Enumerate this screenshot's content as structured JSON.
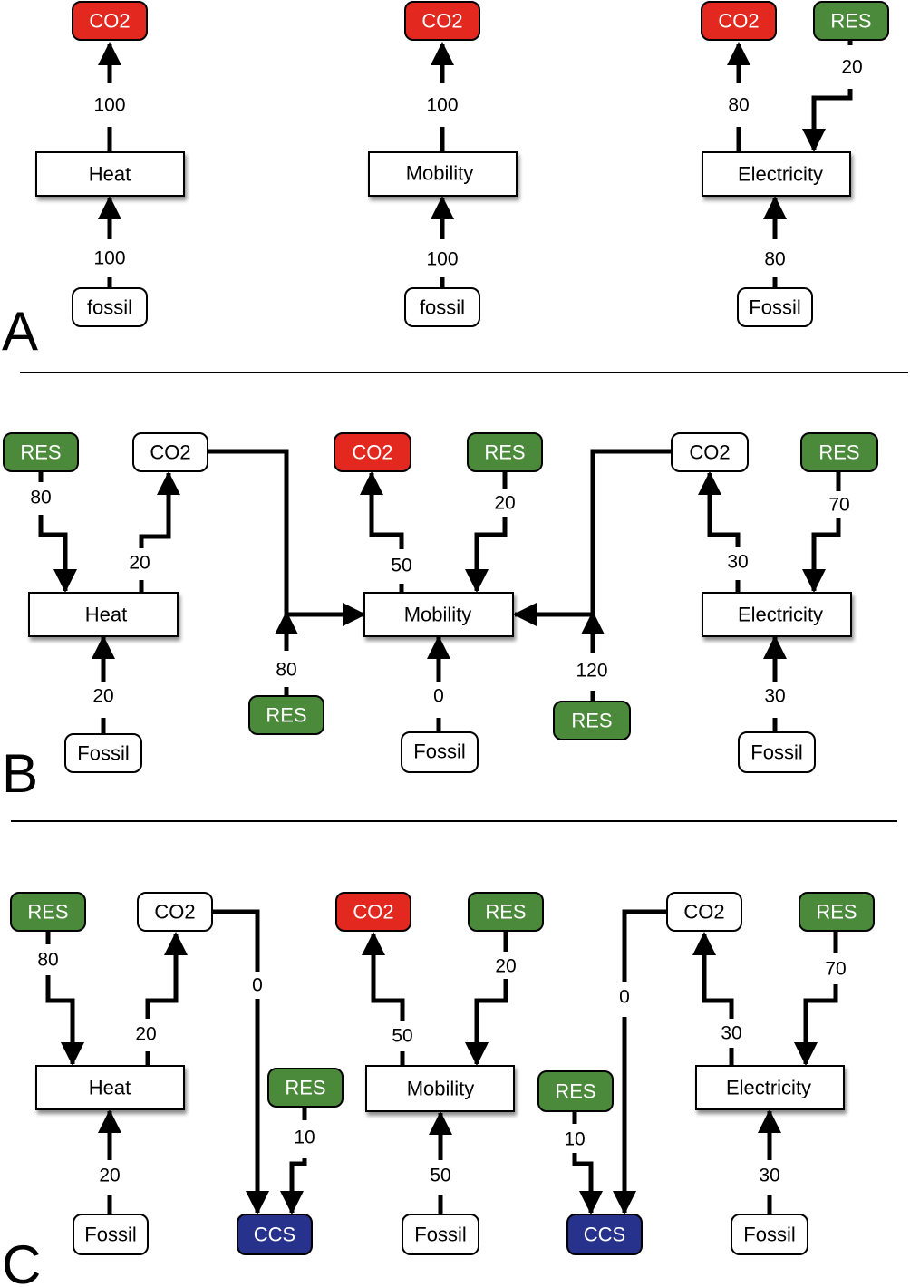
{
  "panels": {
    "a": "A",
    "b": "B",
    "c": "C"
  },
  "colors": {
    "co2_red": "#e2281f",
    "res_green": "#4a8a3a",
    "ccs_blue": "#26328c",
    "white": "#ffffff"
  },
  "a": {
    "heat": {
      "co2": "CO2",
      "co2_value": "100",
      "sector": "Heat",
      "fossil_value": "100",
      "fossil": "fossil"
    },
    "mobility": {
      "co2": "CO2",
      "co2_value": "100",
      "sector": "Mobility",
      "fossil_value": "100",
      "fossil": "fossil"
    },
    "electricity": {
      "co2": "CO2",
      "co2_value": "80",
      "res": "RES",
      "res_value": "20",
      "sector": "Electricity",
      "fossil_value": "80",
      "fossil": "Fossil"
    }
  },
  "b": {
    "heat": {
      "res": "RES",
      "res_value": "80",
      "co2": "CO2",
      "co2_value": "20",
      "sector": "Heat",
      "fossil_value": "20",
      "fossil": "Fossil"
    },
    "transfer_left": {
      "res": "RES",
      "res_value": "80"
    },
    "mobility": {
      "co2": "CO2",
      "co2_value": "50",
      "res": "RES",
      "res_value": "20",
      "sector": "Mobility",
      "fossil_value": "0",
      "fossil": "Fossil"
    },
    "transfer_right": {
      "res": "RES",
      "res_value": "120"
    },
    "electricity": {
      "co2": "CO2",
      "co2_value": "30",
      "res": "RES",
      "res_value": "70",
      "sector": "Electricity",
      "fossil_value": "30",
      "fossil": "Fossil"
    }
  },
  "c": {
    "heat": {
      "res": "RES",
      "res_value": "80",
      "co2": "CO2",
      "co2_value": "20",
      "ccs_value": "0",
      "sector": "Heat",
      "fossil_value": "20",
      "fossil": "Fossil"
    },
    "ccs_left": {
      "res": "RES",
      "res_value": "10",
      "ccs": "CCS"
    },
    "mobility": {
      "co2": "CO2",
      "co2_value": "50",
      "res": "RES",
      "res_value": "20",
      "sector": "Mobility",
      "fossil_value": "50",
      "fossil": "Fossil"
    },
    "ccs_right": {
      "res": "RES",
      "res_value": "10",
      "ccs": "CCS",
      "co2_value": "0"
    },
    "electricity": {
      "co2": "CO2",
      "co2_value": "30",
      "res": "RES",
      "res_value": "70",
      "sector": "Electricity",
      "fossil_value": "30",
      "fossil": "Fossil"
    }
  }
}
